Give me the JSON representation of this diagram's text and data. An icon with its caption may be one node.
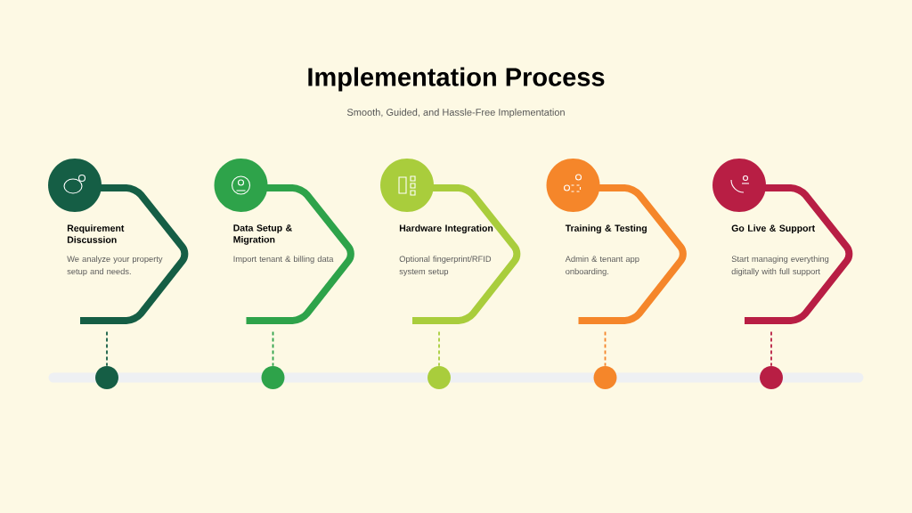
{
  "diagram": {
    "title": "Implementation Process",
    "caption": "Smooth, Guided, and Hassle-Free Implementation",
    "nodes": [
      {
        "text": [
          "Requirement Discussion",
          "We analyze your property setup and needs."
        ]
      },
      {
        "text": [
          "Data Setup & Migration",
          "Import tenant & billing data"
        ]
      },
      {
        "text": [
          "Hardware Integration",
          "Optional fingerprint/RFID system setup"
        ]
      },
      {
        "text": [
          "Training & Testing",
          "Admin & tenant app onboarding."
        ]
      },
      {
        "text": [
          "Go Live & Support",
          "Start managing everything digitally with full support"
        ]
      },
      {
        "text": [],
        "shape": "circle"
      },
      {
        "text": [],
        "shape": "circle"
      },
      {
        "text": [],
        "shape": "circle"
      },
      {
        "text": [],
        "shape": "circle"
      },
      {
        "text": [],
        "shape": "circle"
      }
    ],
    "edges": [
      {
        "from": 0,
        "to": 5,
        "arrow": "none",
        "style": "dashed",
        "color": "#155e45"
      },
      {
        "from": 1,
        "to": 6,
        "arrow": "none",
        "style": "dashed",
        "color": "#2ea34a"
      },
      {
        "from": 2,
        "to": 7,
        "arrow": "none",
        "style": "dashed",
        "color": "#a9cd3c"
      },
      {
        "from": 3,
        "to": 8,
        "arrow": "none",
        "style": "dashed",
        "color": "#f5862a"
      },
      {
        "from": 4,
        "to": 9,
        "arrow": "none",
        "style": "dashed",
        "color": "#b81e44"
      }
    ]
  }
}
